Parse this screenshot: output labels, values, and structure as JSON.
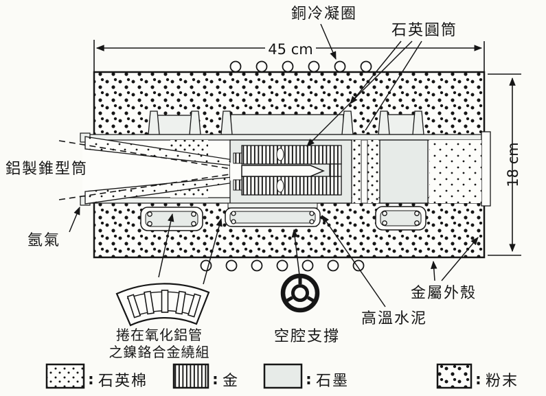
{
  "diagram_type": "furnace-cross-section",
  "dimensions": {
    "width_label": "45 cm",
    "height_label": "18 cm"
  },
  "labels": {
    "copper_cooling_coil": "銅冷凝圈",
    "quartz_cylinder": "石英圓筒",
    "aluminum_cone": "鋁製錐型筒",
    "argon_gas": "氬氣",
    "heater_winding_line1": "捲在氧化鋁管",
    "heater_winding_line2": "之鎳鉻合金繞組",
    "cavity_support": "空腔支撐",
    "high_temp_cement": "高溫水泥",
    "metal_shell": "金屬外殼"
  },
  "legend": {
    "separator": ":",
    "items": [
      {
        "pattern": "small-dots",
        "material": "石英棉"
      },
      {
        "pattern": "vertical-stripes",
        "material": "金"
      },
      {
        "pattern": "plain",
        "material": "石墨"
      },
      {
        "pattern": "large-dots",
        "material": "粉末"
      }
    ]
  },
  "colors": {
    "ink": "#161616",
    "paper": "#fbfbf7",
    "light_fill": "#e7ebe8"
  }
}
